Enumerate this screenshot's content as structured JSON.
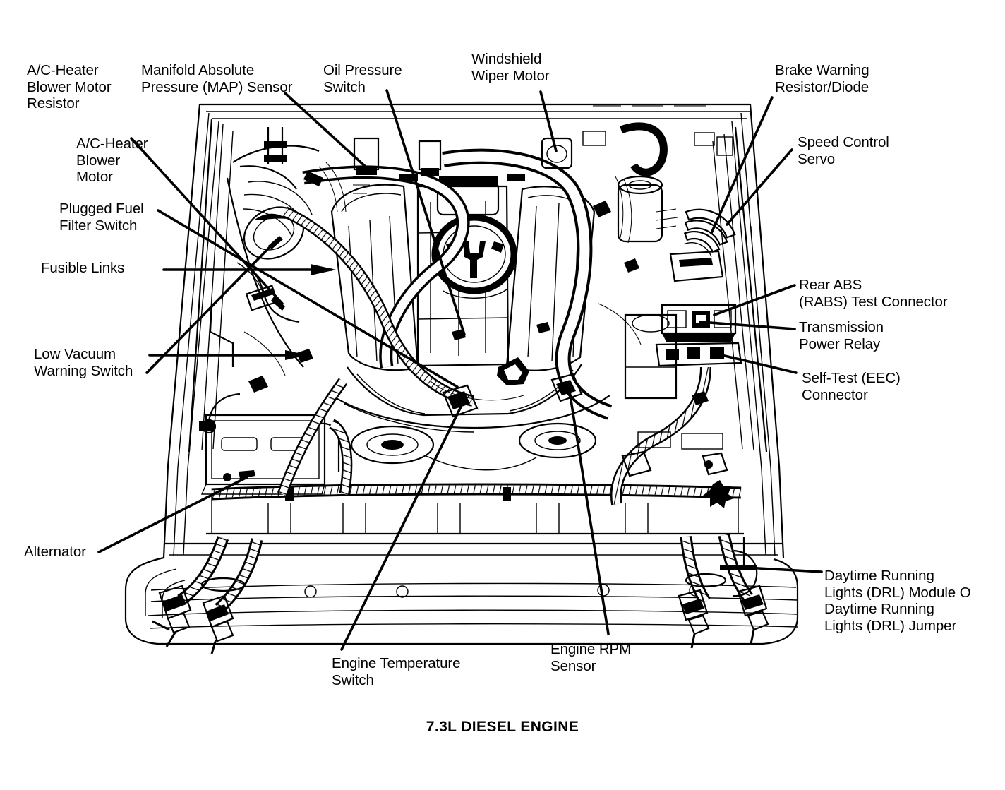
{
  "figure": {
    "title": "7.3L DIESEL ENGINE",
    "type": "engine-compartment-component-location-diagram",
    "vehicle_system": "7.3L Diesel Engine",
    "ink_color": "#000000",
    "background_color": "#ffffff"
  },
  "callouts": {
    "left": [
      {
        "id": "ac-heater-blower-motor-resistor",
        "label": "A/C-Heater\nBlower Motor\nResistor"
      },
      {
        "id": "ac-heater-blower-motor",
        "label": "A/C-Heater\nBlower\nMotor"
      },
      {
        "id": "plugged-fuel-filter-switch",
        "label": "Plugged Fuel\nFilter Switch"
      },
      {
        "id": "fusible-links",
        "label": "Fusible Links"
      },
      {
        "id": "low-vacuum-warning-switch",
        "label": "Low Vacuum\nWarning Switch"
      },
      {
        "id": "alternator",
        "label": "Alternator"
      }
    ],
    "top": [
      {
        "id": "manifold-absolute-pressure-map-sensor",
        "label": "Manifold Absolute\nPressure (MAP) Sensor"
      },
      {
        "id": "oil-pressure-switch",
        "label": "Oil Pressure\nSwitch"
      },
      {
        "id": "windshield-wiper-motor",
        "label": "Windshield\nWiper Motor"
      }
    ],
    "right": [
      {
        "id": "brake-warning-resistor-diode",
        "label": "Brake Warning\nResistor/Diode"
      },
      {
        "id": "speed-control-servo",
        "label": "Speed Control\nServo"
      },
      {
        "id": "rear-abs-rabs-test-connector",
        "label": "Rear ABS\n(RABS) Test Connector"
      },
      {
        "id": "transmission-power-relay",
        "label": "Transmission\nPower Relay"
      },
      {
        "id": "self-test-eec-connector",
        "label": "Self-Test (EEC)\nConnector"
      },
      {
        "id": "daytime-running-lights-drl-module-and-jumper",
        "label": "Daytime Running\nLights (DRL) Module O\nDaytime Running\nLights (DRL) Jumper"
      }
    ],
    "bottom": [
      {
        "id": "engine-temperature-switch",
        "label": "Engine Temperature\nSwitch"
      },
      {
        "id": "engine-rpm-sensor",
        "label": "Engine RPM\nSensor"
      }
    ]
  }
}
